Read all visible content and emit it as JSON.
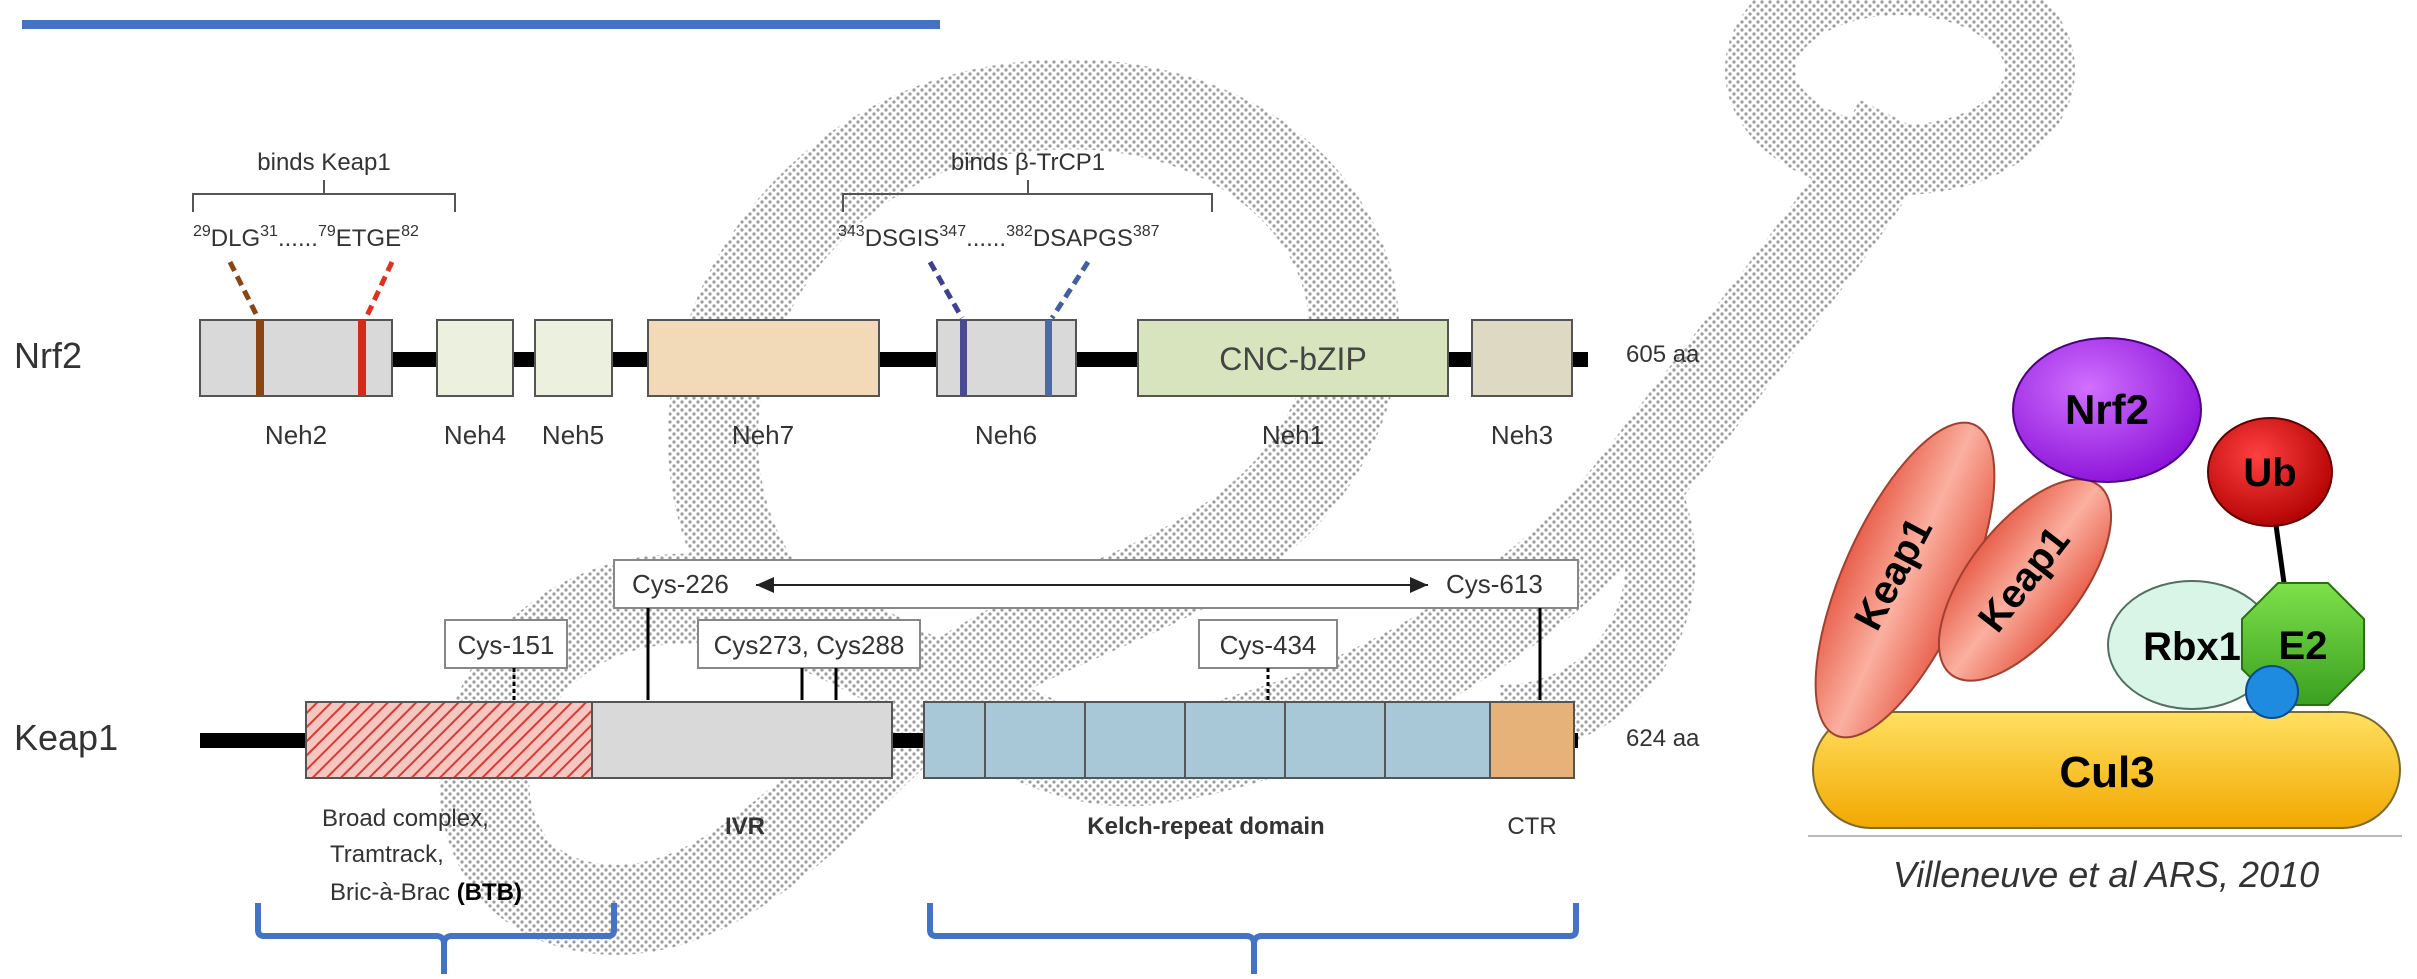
{
  "nrf2": {
    "name": "Nrf2",
    "length_label": "605 aa",
    "bracket_keap1_label": "binds Keap1",
    "bracket_trcp_label": "binds β-TrCP1",
    "motifs": {
      "dlg": {
        "pre": "29",
        "text": "DLG",
        "post": "31"
      },
      "dots1": "......",
      "etge": {
        "pre": "79",
        "text": "ETGE",
        "post": "82"
      },
      "dsgis": {
        "pre": "343",
        "text": "DSGIS",
        "post": "347"
      },
      "dots2": "......",
      "dsapgs": {
        "pre": "382",
        "text": "DSAPGS",
        "post": "387"
      }
    },
    "domains": {
      "neh2": "Neh2",
      "neh4": "Neh4",
      "neh5": "Neh5",
      "neh7": "Neh7",
      "neh6": "Neh6",
      "neh1": "Neh1",
      "neh3": "Neh3",
      "cnc": "CNC-bZIP"
    }
  },
  "keap1": {
    "name": "Keap1",
    "length_label": "624 aa",
    "cys": {
      "c226": "Cys-226",
      "c613": "Cys-613",
      "c151": "Cys-151",
      "c273": "Cys273, Cys288",
      "c434": "Cys-434"
    },
    "domains": {
      "btb_line1": "Broad complex,",
      "btb_line2": "Tramtrack,",
      "btb_line3": "Bric-à-Brac",
      "btb_bold": "(BTB)",
      "ivr": "IVR",
      "kelch": "Kelch-repeat domain",
      "ctr": "CTR"
    }
  },
  "complex": {
    "nrf2": "Nrf2",
    "keap1_a": "Keap1",
    "keap1_b": "Keap1",
    "ub": "Ub",
    "rbx1": "Rbx1",
    "e2": "E2",
    "cul3": "Cul3"
  },
  "citation": "Villeneuve et al ARS, 2010",
  "colors": {
    "accent_blue": "#4472C4",
    "neh2": "#d9d9d9",
    "neh_light": "#ebf1de",
    "neh7": "#f2d9b8",
    "cnc": "#d7e4bd",
    "neh3": "#ddd9c3",
    "btb": "#e8403c",
    "kelch": "#a8c8d8",
    "ctr": "#e6b27a",
    "nrf2_ball": "#a020f0",
    "keap1_pink": "#f08070",
    "ub_red": "#d00000",
    "rbx1": "#d8f5e8",
    "e2": "#66cc33",
    "cul3": "#ffc020"
  }
}
